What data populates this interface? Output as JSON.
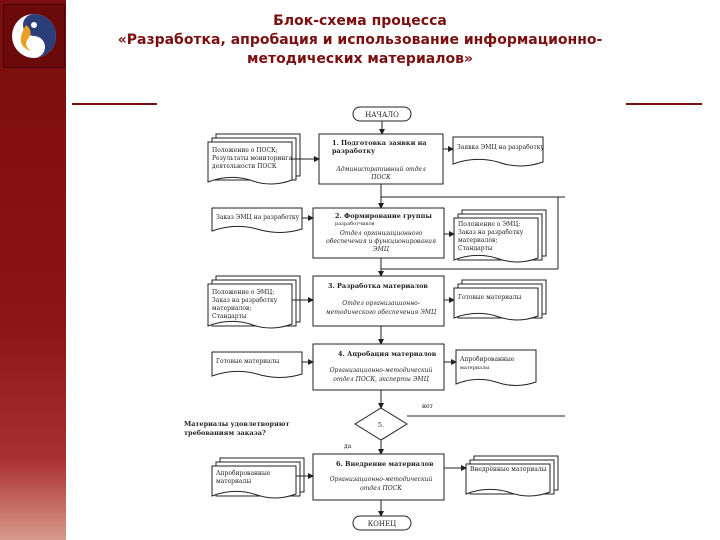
{
  "title": {
    "line1": "Блок-схема процесса",
    "line2": "«Разработка, апробация и использование информационно-",
    "line3": "методических материалов»"
  },
  "colors": {
    "accent": "#7b0f0f",
    "sidebar": "#8c1414"
  },
  "logo": {
    "icon": "company-logo-icon"
  },
  "flowchart": {
    "start": "НАЧАЛО",
    "end": "КОНЕЦ",
    "steps": [
      {
        "title_l1": "1. Подготовка заявки на",
        "title_l2": "разработку",
        "owner_l1": "Административный отдел",
        "owner_l2": "ПОСК"
      },
      {
        "title_l1": "2. Формирование группы",
        "title_l2": "разработчиков",
        "owner_l1": "Отдел организационного",
        "owner_l2": "обеспечения и функционирования",
        "owner_l3": "ЭМЦ"
      },
      {
        "title_l1": "3. Разработка материалов",
        "owner_l1": "Отдел организационно-",
        "owner_l2": "методического обеспечения ЭМЦ"
      },
      {
        "title_l1": "4. Апробация материалов",
        "owner_l1": "Организационно-методический",
        "owner_l2": "отдел ПОСК, эксперты ЭМЦ"
      },
      {
        "title_l1": "6. Внедрение материалов",
        "owner_l1": "Организационно-методический",
        "owner_l2": "отдел ПОСК"
      }
    ],
    "decision": {
      "label": "5.",
      "question_l1": "Материалы удовлетворяют",
      "question_l2": "требованиям заказа?",
      "no": "нет",
      "yes": "да"
    },
    "documents": {
      "d1_l1": "Положение о ПОСК;",
      "d1_l2": "Результаты мониторинга",
      "d1_l3": "деятельности ПОСК",
      "d2": "Заявка ЭМЦ на разработку",
      "d3": "Заказ ЭМЦ на разработку",
      "d4_l1": "Положение о ЭМЦ;",
      "d4_l2": "Заказ на разработку",
      "d4_l3": "материалов;",
      "d4_l4": "Стандарты",
      "d5_l1": "Положение о ЭМЦ;",
      "d5_l2": "Заказ на разработку",
      "d5_l3": "материалов;",
      "d5_l4": "Стандарты",
      "d6": "Готовые материалы",
      "d7": "Готовые материалы",
      "d8_l1": "Апробированные",
      "d8_l2": "материалы",
      "d9_l1": "Апробированные",
      "d9_l2": "материалы",
      "d10": "Внедрённые материалы"
    }
  }
}
